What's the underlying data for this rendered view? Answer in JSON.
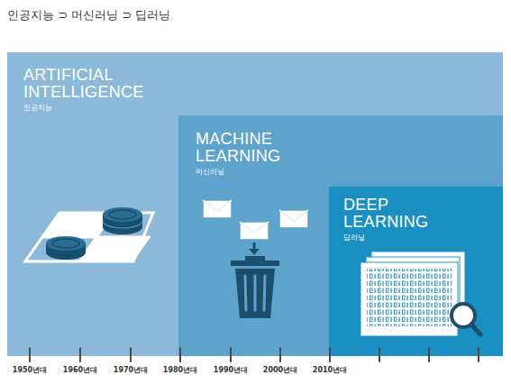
{
  "diagram": {
    "title": "인공지능 ⊃ 머신러닝 ⊃ 딥러닝",
    "nodes": [
      {
        "text": [
          "ARTIFICIAL INTELLIGENCE",
          "인공지능"
        ]
      },
      {
        "text": [
          "MACHINE LEARNING",
          "머신러닝"
        ],
        "in": 0
      },
      {
        "text": [
          "DEEP LEARNING",
          "딥러닝"
        ],
        "in": 1
      }
    ],
    "labels": [
      "1950년대",
      "1960년대",
      "1970년대",
      "1980년대",
      "1990년대",
      "2000년대",
      "2010년대"
    ]
  }
}
